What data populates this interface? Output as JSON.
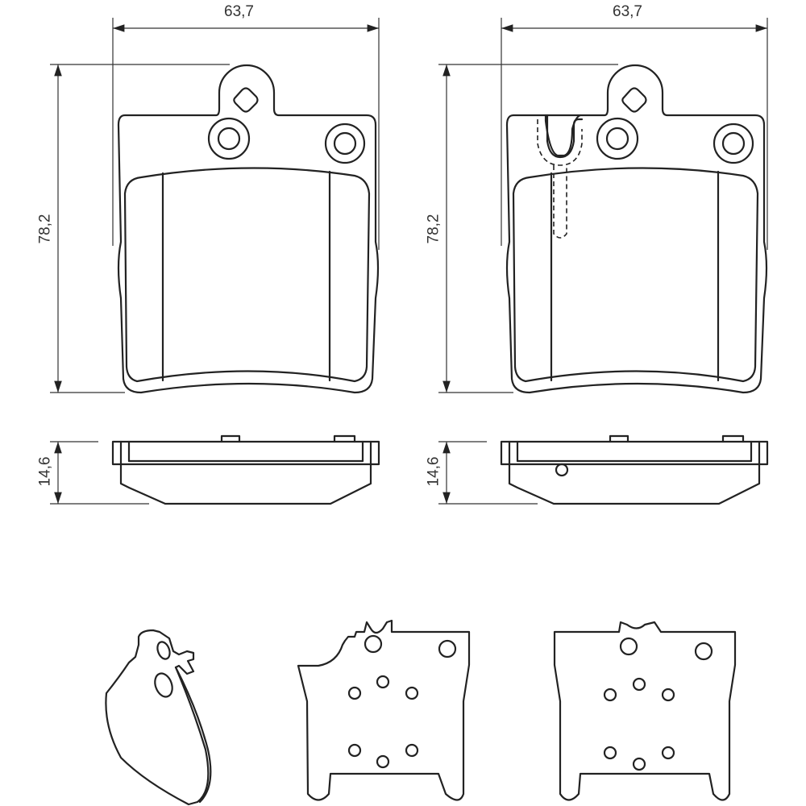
{
  "dimensions": {
    "pad1_width": "63,7",
    "pad1_height": "78,2",
    "pad1_thickness": "14,6",
    "pad2_width": "63,7",
    "pad2_height": "78,2",
    "pad2_thickness": "14,6"
  },
  "colors": {
    "line": "#222222",
    "background": "#ffffff"
  }
}
